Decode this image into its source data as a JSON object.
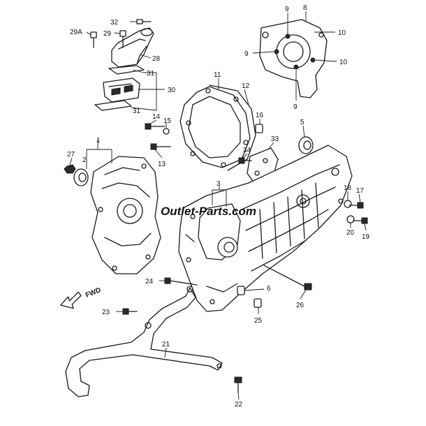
{
  "watermark": "Outlet-Parts.com",
  "fwd_label": "FWD",
  "callouts": {
    "c1": "1",
    "c2": "2",
    "c3": "3",
    "c5": "5",
    "c6": "6",
    "c8": "8",
    "c9a": "9",
    "c9b": "9",
    "c9c": "9",
    "c10a": "10",
    "c10b": "10",
    "c11": "11",
    "c12": "12",
    "c13": "13",
    "c14": "14",
    "c15": "15",
    "c16": "16",
    "c17": "17",
    "c18": "18",
    "c19": "19",
    "c20": "20",
    "c21": "21",
    "c22": "22",
    "c23": "23",
    "c24": "24",
    "c25": "25",
    "c26": "26",
    "c27": "27",
    "c28": "28",
    "c29": "29",
    "c29a": "29A",
    "c30": "30",
    "c31a": "31",
    "c31b": "31",
    "c32": "32",
    "c33": "33",
    "c34": "34"
  }
}
